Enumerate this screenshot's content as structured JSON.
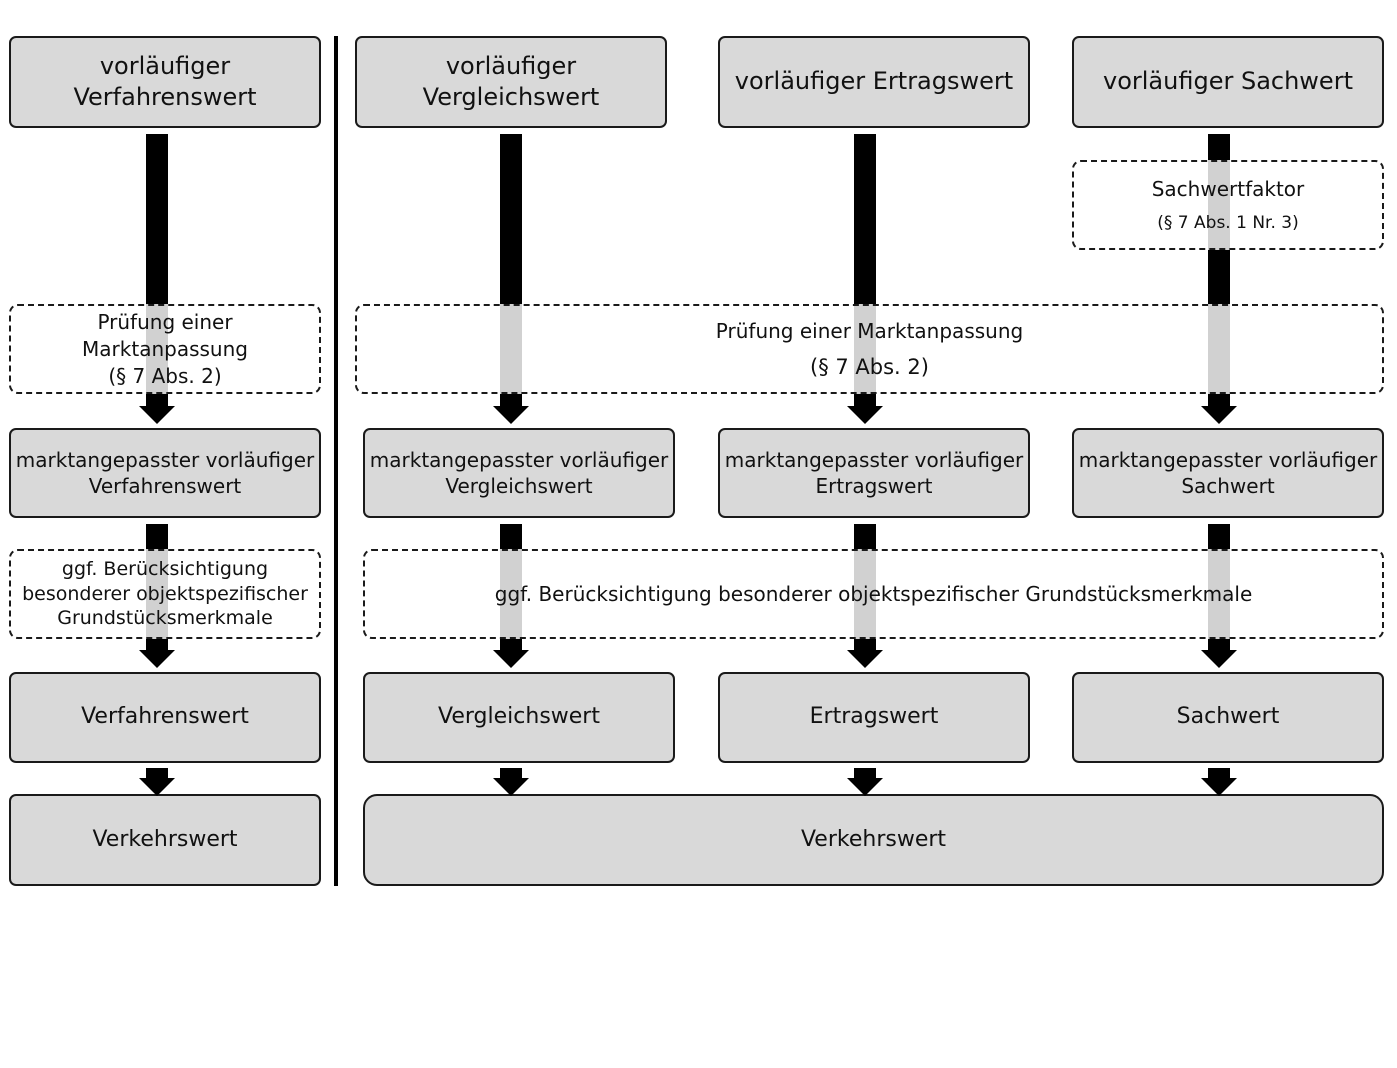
{
  "left": {
    "top": "vorläufiger\nVerfahrenswert",
    "market_check": "Prüfung einer\nMarktanpassung\n(§ 7 Abs. 2)",
    "adjusted": "marktangepasster vorläufiger\nVerfahrenswert",
    "special": "ggf. Berücksichtigung\nbesonderer objektspezifischer\nGrundstücksmerkmale",
    "value": "Verfahrenswert",
    "market_value": "Verkehrswert"
  },
  "columns": [
    {
      "top": "vorläufiger\nVergleichswert",
      "adjusted": "marktangepasster vorläufiger\nVergleichswert",
      "value": "Vergleichswert"
    },
    {
      "top": "vorläufiger Ertragswert",
      "adjusted": "marktangepasster vorläufiger\nErtragswert",
      "value": "Ertragswert"
    },
    {
      "top": "vorläufiger Sachwert",
      "adjusted": "marktangepasster vorläufiger\nSachwert",
      "value": "Sachwert"
    }
  ],
  "sachwertfaktor": {
    "title": "Sachwertfaktor",
    "ref": "(§ 7 Abs. 1 Nr. 3)"
  },
  "right_market_check": {
    "title": "Prüfung einer Marktanpassung",
    "ref": "(§ 7 Abs. 2)"
  },
  "right_special": "ggf. Berücksichtigung besonderer objektspezifischer Grundstücksmerkmale",
  "right_market_value": "Verkehrswert"
}
